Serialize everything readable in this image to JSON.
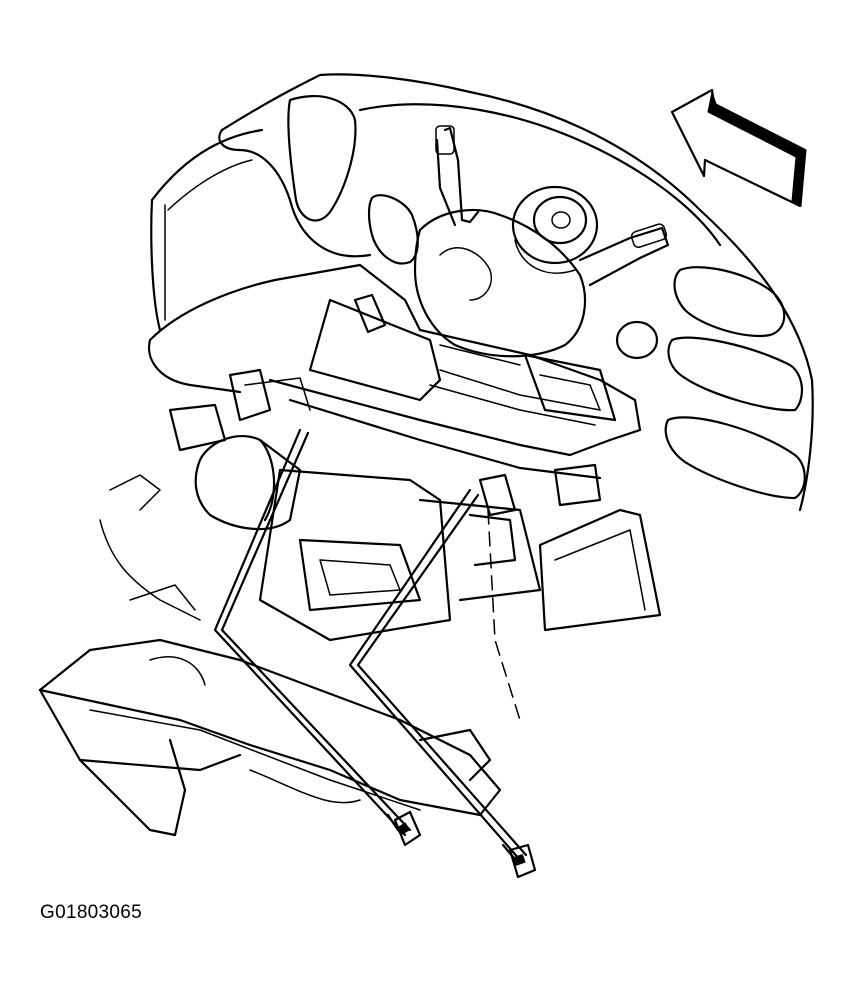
{
  "figure": {
    "id_label": "G01803065",
    "parts": [
      {
        "name": "instrument-panel",
        "icon": "dash-outline"
      },
      {
        "name": "steering-column",
        "icon": "column-shaft"
      },
      {
        "name": "ignition-switch",
        "icon": "round-switch"
      },
      {
        "name": "module-bracket",
        "icon": "bracket"
      },
      {
        "name": "knee-bolster-panel",
        "icon": "lower-panel"
      },
      {
        "name": "mounting-bolt",
        "icon": "bolt"
      },
      {
        "name": "direction-arrow",
        "icon": "arrow-icon"
      }
    ]
  }
}
